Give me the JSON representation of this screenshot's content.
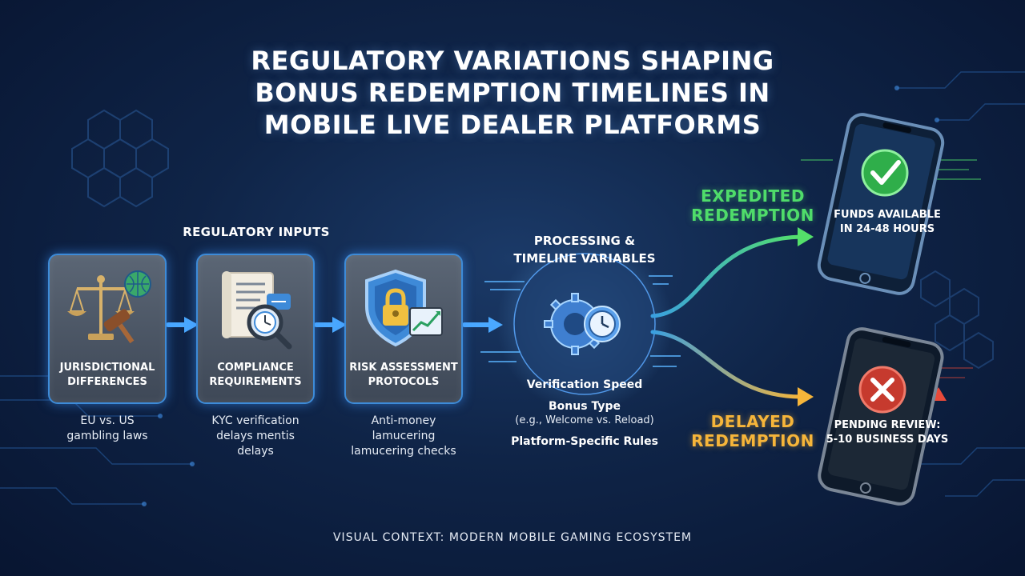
{
  "title": {
    "line1": "REGULATORY VARIATIONS SHAPING",
    "line2": "BONUS REDEMPTION TIMELINES IN",
    "line3": "MOBILE LIVE DEALER PLATFORMS"
  },
  "inputs": {
    "heading": "REGULATORY INPUTS",
    "cards": [
      {
        "label_line1": "JURISDICTIONAL",
        "label_line2": "DIFFERENCES",
        "icon": "scales-gavel-globe-icon",
        "desc_line1": "EU vs. US",
        "desc_line2": "gambling laws",
        "desc_line3": ""
      },
      {
        "label_line1": "COMPLIANCE",
        "label_line2": "REQUIREMENTS",
        "icon": "document-magnifier-clock-icon",
        "desc_line1": "KYC verification",
        "desc_line2": "delays mentis",
        "desc_line3": "delays"
      },
      {
        "label_line1": "RISK ASSESSMENT",
        "label_line2": "PROTOCOLS",
        "icon": "shield-lock-chart-icon",
        "desc_line1": "Anti-money",
        "desc_line2": "lamucering",
        "desc_line3": "lamucering checks"
      }
    ]
  },
  "processing": {
    "heading_line1": "PROCESSING &",
    "heading_line2": "TIMELINE VARIABLES",
    "icon": "gears-clock-icon",
    "items": [
      "Verification Speed",
      "Bonus Type",
      "(e.g., Welcome vs. Reload)",
      "Platform-Specific Rules"
    ]
  },
  "outcomes": {
    "expedited": {
      "label_line1": "EXPEDITED",
      "label_line2": "REDEMPTION",
      "phone_line1": "FUNDS AVAILABLE",
      "phone_line2": "IN 24-48 HOURS",
      "icon": "check-icon",
      "color": "#4fdc6a"
    },
    "delayed": {
      "label_line1": "DELAYED",
      "label_line2": "REDEMPTION",
      "phone_line1": "PENDING REVIEW:",
      "phone_line2": "5-10 BUSINESS DAYS",
      "icon": "x-icon",
      "color": "#f6b53a"
    }
  },
  "footer": "VISUAL CONTEXT: MODERN MOBILE GAMING ECOSYSTEM",
  "colors": {
    "accent_blue": "#3d8bd8",
    "arrow_blue": "#4aa8ff",
    "expedited_green": "#4fdc6a",
    "delayed_orange": "#f6b53a",
    "delayed_red": "#e84a3a"
  }
}
